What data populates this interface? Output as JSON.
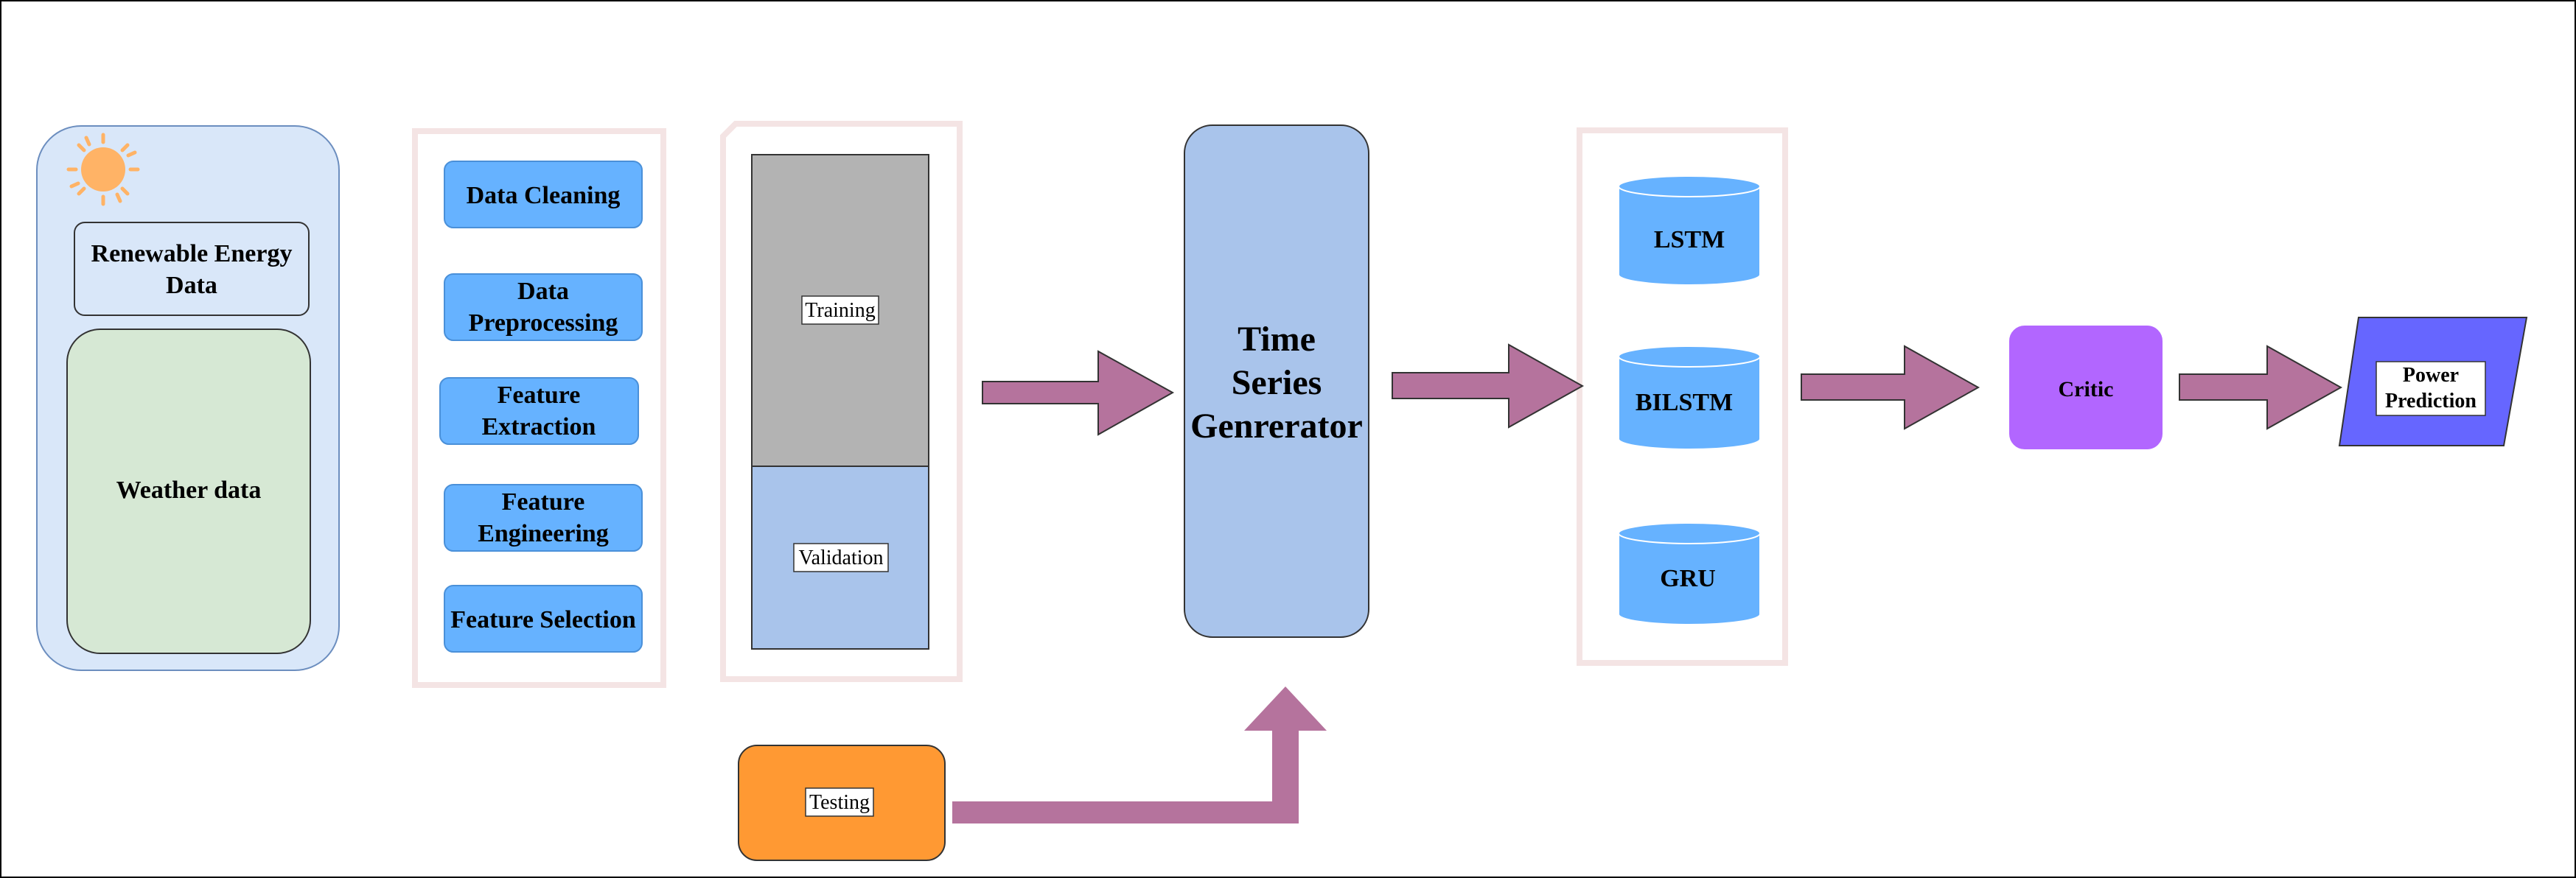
{
  "source": {
    "energy_label": "Renewable Energy Data",
    "weather_label": "Weather data",
    "sun_icon": "sun-icon"
  },
  "preprocessing": {
    "steps": [
      "Data Cleaning",
      "Data Preprocessing",
      "Feature Extraction",
      "Feature Engineering",
      "Feature Selection"
    ]
  },
  "split": {
    "training_label": "Training",
    "validation_label": "Validation",
    "testing_label": "Testing"
  },
  "generator": {
    "label": "Time Series Genrerator"
  },
  "models": [
    "LSTM",
    "BILSTM",
    "GRU"
  ],
  "critic": {
    "label": "Critic"
  },
  "output": {
    "label": "Power Prediction"
  },
  "colors": {
    "source_panel": "#d9e7f9",
    "weather_box": "#d6e8d4",
    "step_fill": "#66b2ff",
    "training": "#b3b3b3",
    "validation": "#a9c4eb",
    "testing": "#ff9933",
    "generator": "#a9c4eb",
    "model_fill": "#66b2ff",
    "critic": "#b266ff",
    "output": "#6666ff",
    "arrow": "#b5739d",
    "sun": "#ffb366"
  }
}
